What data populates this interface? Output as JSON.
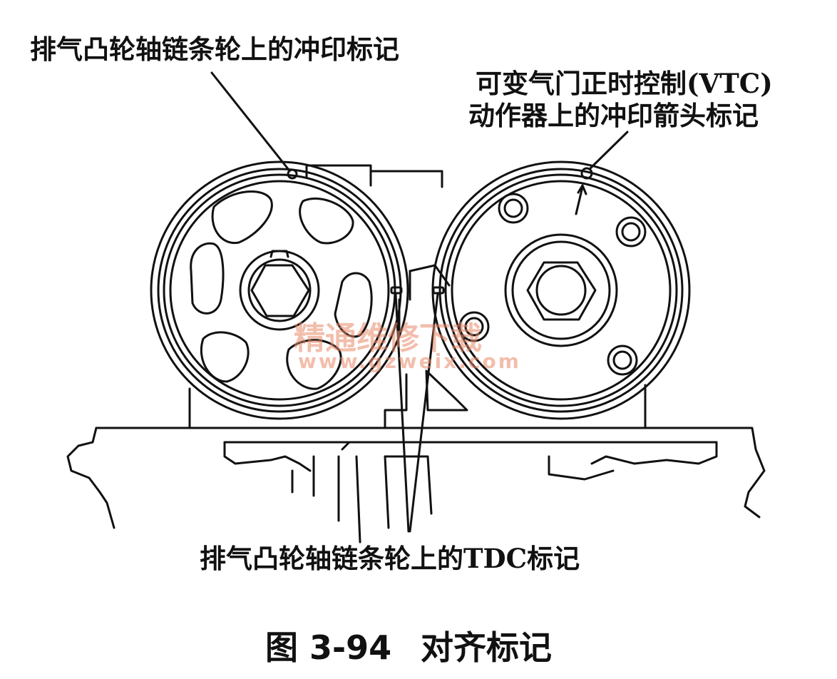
{
  "labels": {
    "exhaust_punch_mark": "排气凸轮轴链条轮上的冲印标记",
    "vtc_line1": "可变气门正时控制(VTC)",
    "vtc_line2": "动作器上的冲印箭头标记",
    "exhaust_tdc_mark": "排气凸轮轴链条轮上的TDC标记"
  },
  "watermark": {
    "line1": "精通维修下载",
    "line2": "www.gzweix.com"
  },
  "caption": {
    "figure_number": "图 3-94",
    "title": "对齐标记"
  }
}
